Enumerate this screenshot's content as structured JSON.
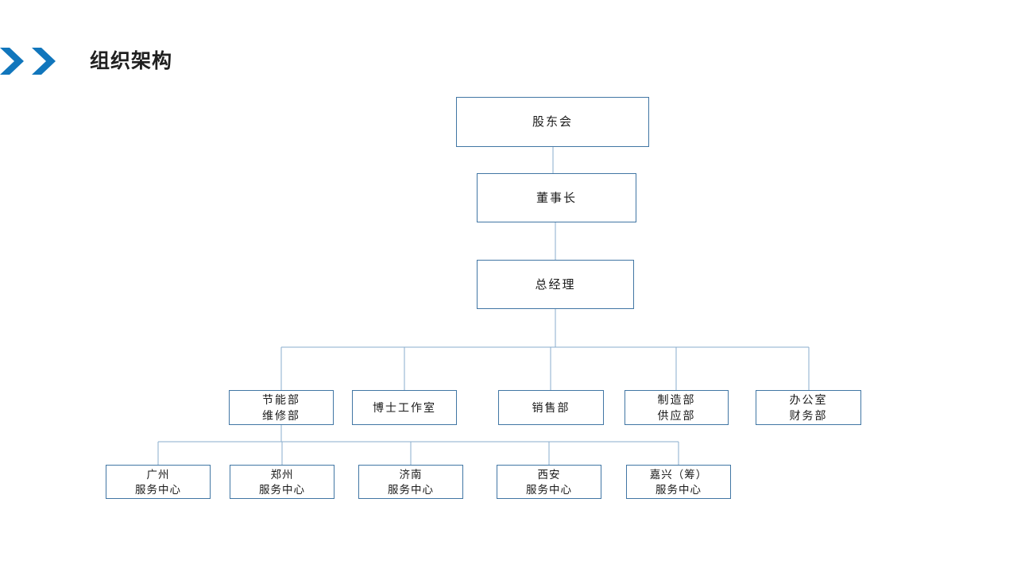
{
  "header": {
    "title": "组织架构",
    "icon": "double-chevron-right-icon",
    "accent_color": "#1176bc",
    "title_color": "#202020"
  },
  "theme": {
    "background": "#ffffff",
    "node_border_color": "#4176a4",
    "connector_color": "#8aadcd",
    "node_fill": "#ffffff",
    "text_color": "#1a1a1a"
  },
  "chart_data": {
    "type": "org-chart",
    "title": "组织架构",
    "levels": [
      {
        "level": 1,
        "nodes": [
          {
            "id": "shareholders",
            "label": "股东会"
          }
        ]
      },
      {
        "level": 2,
        "nodes": [
          {
            "id": "chairman",
            "label": "董事长"
          }
        ]
      },
      {
        "level": 3,
        "nodes": [
          {
            "id": "general-manager",
            "label": "总经理"
          }
        ]
      },
      {
        "level": 4,
        "nodes": [
          {
            "id": "dept-energy",
            "line1": "节能部",
            "line2": "维修部"
          },
          {
            "id": "dept-doctor-studio",
            "line1": "博士工作室",
            "line2": ""
          },
          {
            "id": "dept-sales",
            "line1": "销售部",
            "line2": ""
          },
          {
            "id": "dept-manufacturing",
            "line1": "制造部",
            "line2": "供应部"
          },
          {
            "id": "dept-office",
            "line1": "办公室",
            "line2": "财务部"
          }
        ]
      },
      {
        "level": 5,
        "nodes": [
          {
            "id": "svc-guangzhou",
            "line1": "广州",
            "line2": "服务中心"
          },
          {
            "id": "svc-zhengzhou",
            "line1": "郑州",
            "line2": "服务中心"
          },
          {
            "id": "svc-jinan",
            "line1": "济南",
            "line2": "服务中心"
          },
          {
            "id": "svc-xian",
            "line1": "西安",
            "line2": "服务中心"
          },
          {
            "id": "svc-jiaxing",
            "line1": "嘉兴（筹）",
            "line2": "服务中心"
          }
        ]
      }
    ],
    "edges": [
      {
        "from": "shareholders",
        "to": "chairman"
      },
      {
        "from": "chairman",
        "to": "general-manager"
      },
      {
        "from": "general-manager",
        "to": "dept-energy"
      },
      {
        "from": "general-manager",
        "to": "dept-doctor-studio"
      },
      {
        "from": "general-manager",
        "to": "dept-sales"
      },
      {
        "from": "general-manager",
        "to": "dept-manufacturing"
      },
      {
        "from": "general-manager",
        "to": "dept-office"
      },
      {
        "from": "dept-energy",
        "to": "svc-guangzhou"
      },
      {
        "from": "dept-energy",
        "to": "svc-zhengzhou"
      },
      {
        "from": "dept-energy",
        "to": "svc-jinan"
      },
      {
        "from": "dept-energy",
        "to": "svc-xian"
      },
      {
        "from": "dept-energy",
        "to": "svc-jiaxing"
      }
    ]
  }
}
